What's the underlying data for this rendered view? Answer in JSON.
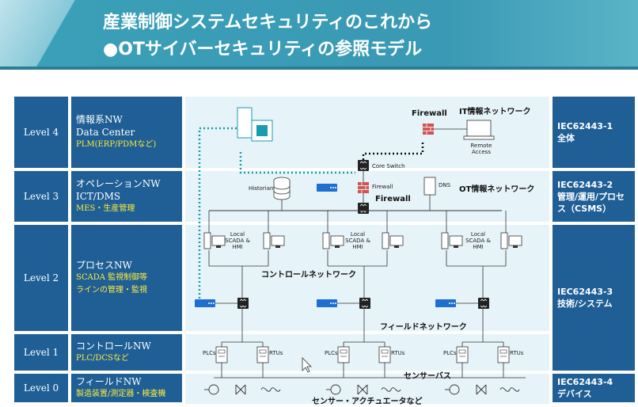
{
  "title": {
    "line1": "産業制御システムセキュリティのこれから",
    "line2": "●OTサイバーセキュリティの参照モデル"
  },
  "levels": [
    {
      "level": "Level 4",
      "name": "情報系NW",
      "name2": "Data Center",
      "sub": "PLM(ERP/PDMなど)"
    },
    {
      "level": "Level 3",
      "name": "オペレーションNW",
      "name2": "ICT/DMS",
      "sub": "MES・生産管理"
    },
    {
      "level": "Level 2",
      "name": "プロセスNW",
      "name2": "",
      "sub": "SCADA 監視制御等",
      "sub2": "ラインの管理・監視"
    },
    {
      "level": "Level 1",
      "name": "コントロールNW",
      "name2": "",
      "sub": "PLC/DCSなど"
    },
    {
      "level": "Level 0",
      "name": "フィールドNW",
      "name2": "",
      "sub": "製造装置/測定器・検査機"
    }
  ],
  "iec": [
    {
      "code": "IEC62443-1",
      "desc": "全体"
    },
    {
      "code": "IEC62443-2",
      "desc": "管理/運用/プロセス（CSMS）"
    },
    {
      "code": "IEC62443-3",
      "desc": "技術/システム"
    },
    {
      "code": "IEC62443-4",
      "desc": "デバイス"
    }
  ],
  "diagram": {
    "firewall_top": "Firewall",
    "it_network": "IT情報ネットワーク",
    "remote_access": "Remote Access",
    "core_switch": "Core Switch",
    "firewall_small": "Firewall",
    "historian": "Historian",
    "dns": "DNS",
    "firewall_mid": "Firewall",
    "ot_network": "OT情報ネットワーク",
    "local_scada": "Local SCADA & HMI",
    "control_network": "コントロールネットワーク",
    "field_network": "フィールドネットワーク",
    "plcs": "PLCs",
    "rtus": "RTUs",
    "sensor_bus": "センサーバス",
    "sensor_actuator": "センサー・アクチュエータなど"
  },
  "colors": {
    "level_box": "#1f5f96",
    "header": "#3aa0b8",
    "diagram_bg": "#e8f4f8",
    "dotted_link": "#1a9bb0",
    "highlight": "#ffeb3b"
  }
}
